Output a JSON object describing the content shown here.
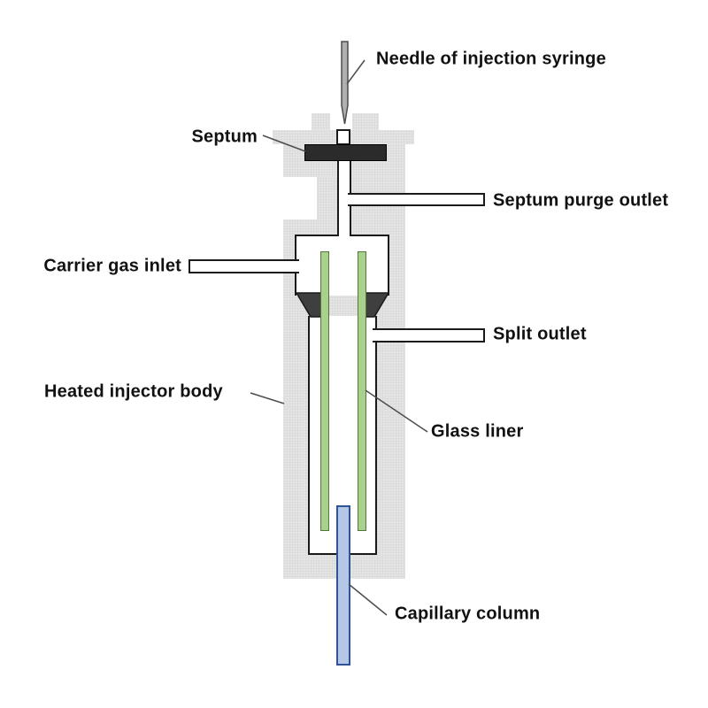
{
  "labels": {
    "needle": "Needle of injection syringe",
    "septum": "Septum",
    "septum_purge_outlet": "Septum purge outlet",
    "carrier_gas_inlet": "Carrier gas inlet",
    "split_outlet": "Split outlet",
    "heated_injector_body": "Heated injector body",
    "glass_liner": "Glass liner",
    "capillary_column": "Capillary column"
  },
  "colors": {
    "body_gray": "#e4e4e4",
    "outline": "#1a1a1a",
    "septum_dark": "#2b2b2b",
    "funnel_dark": "#3f3f3f",
    "liner_green": "#a9d18e",
    "liner_green_border": "#54753e",
    "capillary_blue": "#b4c7e7",
    "capillary_blue_border": "#2f5496",
    "needle_gray": "#b0b0b0",
    "needle_border": "#4d4d4d",
    "pointer_line": "#4d4d4d"
  }
}
